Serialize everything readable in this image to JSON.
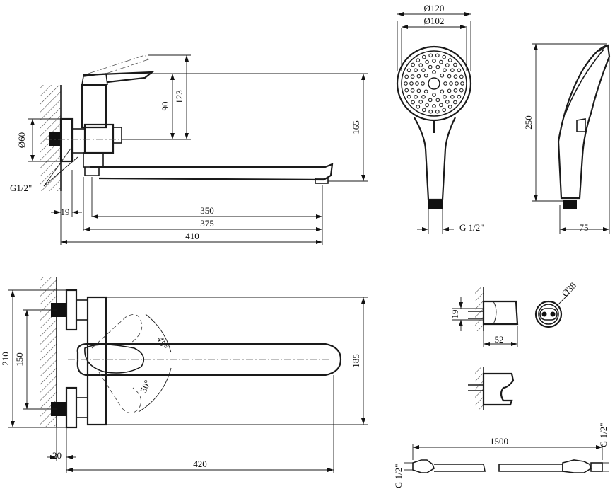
{
  "labels": {
    "side": {
      "d60": "Ø60",
      "g12": "G1/2\"",
      "d19": "19",
      "d350": "350",
      "d375": "375",
      "d410": "410",
      "d90": "90",
      "d123": "123",
      "d165": "165"
    },
    "head": {
      "d120": "Ø120",
      "d102": "Ø102",
      "g12": "G 1/2\"",
      "d250": "250",
      "d75": "75"
    },
    "plan": {
      "d210": "210",
      "d150": "150",
      "d185": "185",
      "a45": "45°",
      "a50": "50°",
      "d20": "20",
      "d420": "420"
    },
    "holder": {
      "d19": "19",
      "d52": "52",
      "d38": "Ø38"
    },
    "hose": {
      "d1500": "1500",
      "g12_left": "G 1/2\"",
      "g12_right": "G 1/2\""
    }
  }
}
